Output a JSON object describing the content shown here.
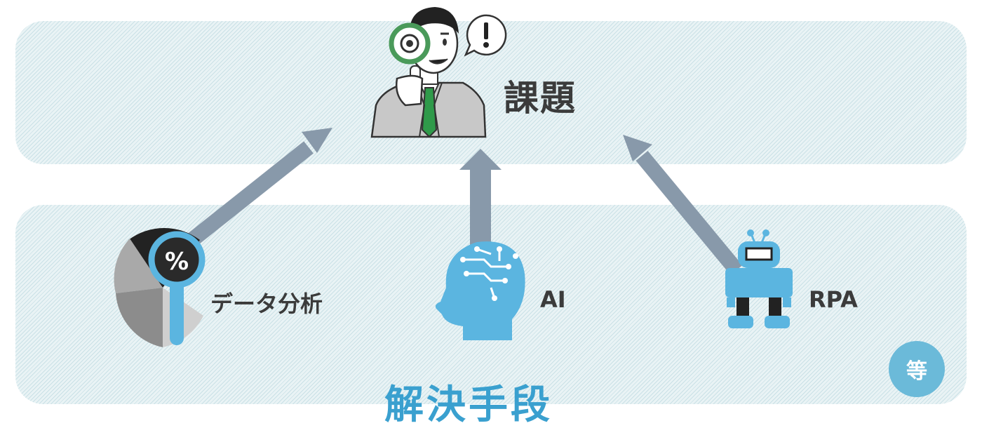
{
  "issue": {
    "title": "課題"
  },
  "solutions": {
    "title": "解決手段",
    "items": [
      {
        "label": "データ分析",
        "icon": "data-analysis-icon"
      },
      {
        "label": "AI",
        "icon": "ai-brain-icon"
      },
      {
        "label": "RPA",
        "icon": "robot-icon"
      }
    ],
    "etc_label": "等"
  },
  "colors": {
    "band": "#e9f3f5",
    "arrow": "#8899aa",
    "accent_blue": "#5bb5e0",
    "title_blue": "#3aa0cf",
    "tie_green": "#2f9a4a"
  }
}
